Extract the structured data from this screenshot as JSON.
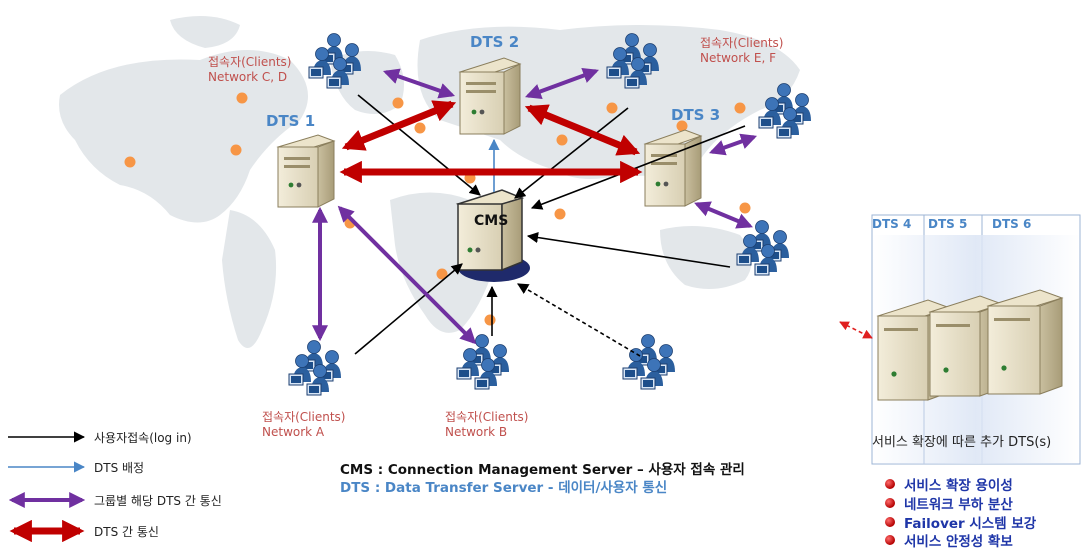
{
  "servers": {
    "dts1": "DTS 1",
    "dts2": "DTS 2",
    "dts3": "DTS 3",
    "cms": "CMS",
    "dts4": "DTS 4",
    "dts5": "DTS 5",
    "dts6": "DTS 6"
  },
  "client_groups": {
    "cd": {
      "line1": "접속자(Clients)",
      "line2": "Network C, D"
    },
    "ef": {
      "line1": "접속자(Clients)",
      "line2": "Network E, F"
    },
    "a": {
      "line1": "접속자(Clients)",
      "line2": "Network A"
    },
    "b": {
      "line1": "접속자(Clients)",
      "line2": "Network B"
    }
  },
  "expansion_caption": "서비스 확장에 따른 추가 DTS(s)",
  "definitions": {
    "cms": "CMS : Connection Management Server – 사용자 접속 관리",
    "dts": "DTS : Data Transfer Server  - 데이터/사용자 통신"
  },
  "legend": [
    {
      "label": "사용자접속(log in)",
      "style": "black-thin"
    },
    {
      "label": "DTS 배정",
      "style": "blue-thin"
    },
    {
      "label": "그룹별 해당 DTS 간 통신",
      "style": "purple-double"
    },
    {
      "label": "DTS 간 통신",
      "style": "red-thick-double"
    }
  ],
  "benefits": [
    "서비스 확장 용이성",
    "네트워크 부하 분산",
    "Failover 시스템 보강",
    "서비스 안정성 확보"
  ],
  "colors": {
    "dts_label": "#4a86c6",
    "client_label": "#c0504d",
    "inter_dts_arrow": "#c00000",
    "group_arrow": "#7030a0",
    "login_arrow": "#000000",
    "assign_arrow": "#4a86c6",
    "benefit_text": "#1f36a8",
    "map_land": "#e3e7ea",
    "map_city": "#f79646"
  }
}
